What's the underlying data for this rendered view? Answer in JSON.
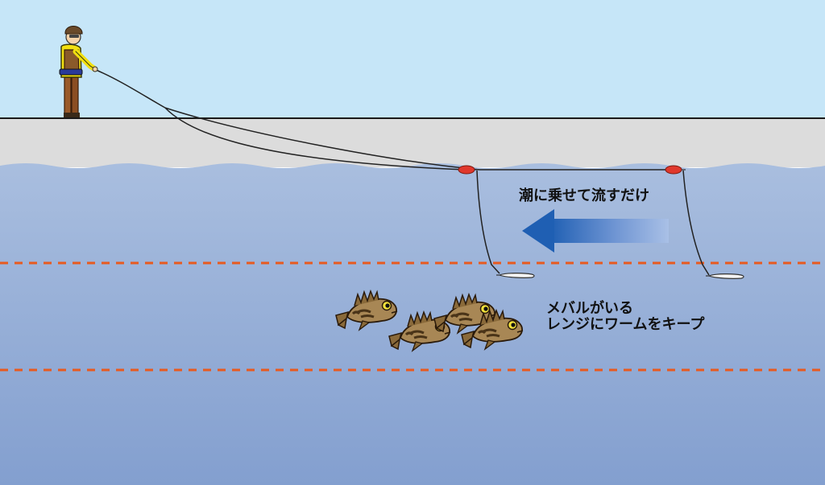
{
  "labels": {
    "drift": "潮に乗せて流すだけ",
    "range_line1": "メバルがいる",
    "range_line2": "レンジにワームをキープ"
  },
  "colors": {
    "sky": "#c6e6f8",
    "pier": "#dcdcdc",
    "water_top": "#a9bedf",
    "water_bottom": "#839fcf",
    "range_line": "#e85a1f",
    "float": "#e0382c",
    "current_arrow": "#1f5fb3",
    "angler_jacket": "#f2e010",
    "angler_pants": "#9a5a2a"
  },
  "icons": {
    "angler": "angler-icon",
    "float": "float-icon",
    "worm": "worm-lure-icon",
    "fish": "rockfish-icon",
    "current": "current-arrow-icon"
  },
  "fish_count": 4,
  "float_count": 2
}
